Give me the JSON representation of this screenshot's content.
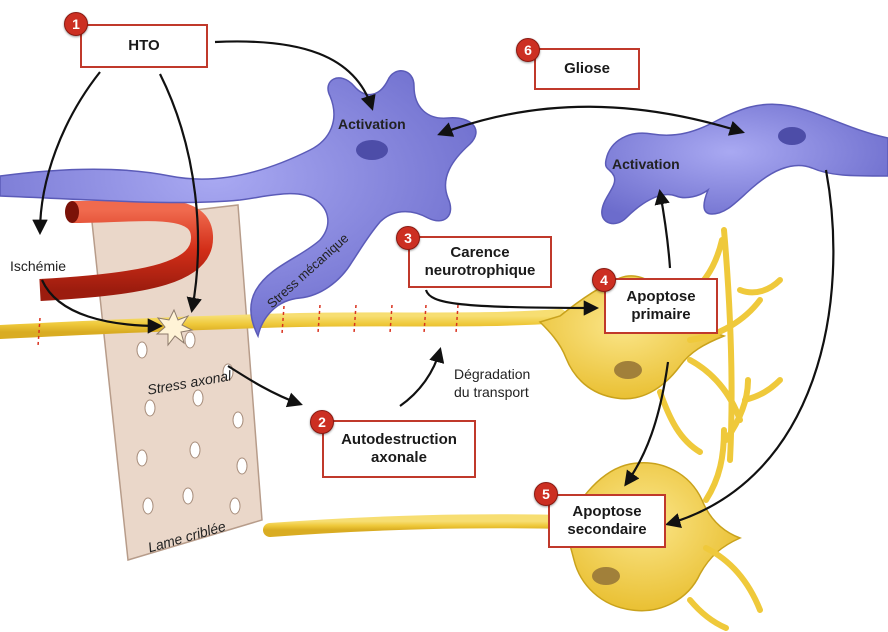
{
  "colors": {
    "glia": "#8e8ee6",
    "glia_dark": "#5b5bb8",
    "neuron": "#f2d24a",
    "neuron_dark": "#c9a21c",
    "vessel": "#d9321e",
    "lamina": "#e9d6c8",
    "box_border": "#c0392b",
    "badge": "#cc2f22",
    "arrow": "#111111"
  },
  "boxes": {
    "b1": {
      "number": "1",
      "label": "HTO"
    },
    "b2": {
      "number": "2",
      "line1": "Autodestruction",
      "line2": "axonale"
    },
    "b3": {
      "number": "3",
      "line1": "Carence",
      "line2": "neurotrophique"
    },
    "b4": {
      "number": "4",
      "line1": "Apoptose",
      "line2": "primaire"
    },
    "b5": {
      "number": "5",
      "line1": "Apoptose",
      "line2": "secondaire"
    },
    "b6": {
      "number": "6",
      "label": "Gliose"
    }
  },
  "labels": {
    "activation_left": "Activation",
    "activation_right": "Activation",
    "ischemie": "Ischémie",
    "stress_axonal": "Stress axonal",
    "stress_mecanique": "Stress mécanique",
    "degradation_1": "Dégradation",
    "degradation_2": "du transport",
    "lame_criblee": "Lame criblée"
  },
  "icons": {
    "star": "burst-star-icon",
    "arrows": "curved-arrow-icon"
  }
}
